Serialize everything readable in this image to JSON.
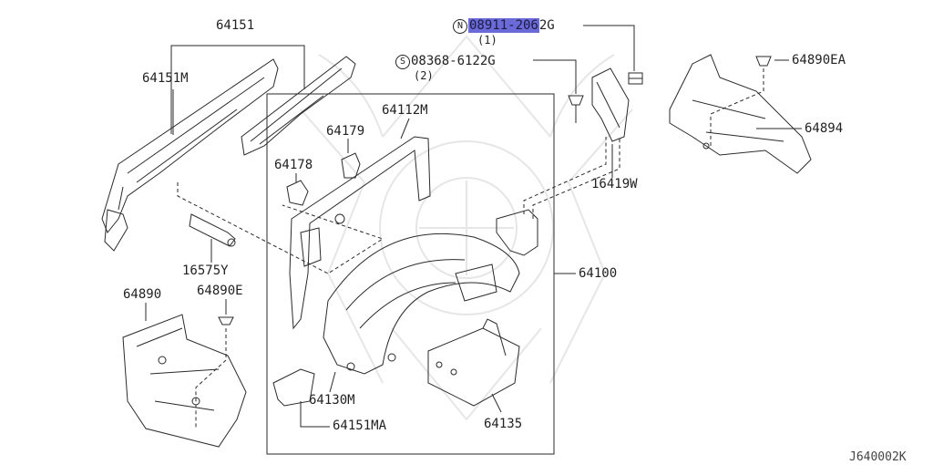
{
  "drawing_number": "J640002K",
  "parts": {
    "p64151": "64151",
    "p64151M": "64151M",
    "p64112M": "64112M",
    "p64179": "64179",
    "p64178": "64178",
    "p16575Y": "16575Y",
    "p64890": "64890",
    "p64890E": "64890E",
    "p64130M": "64130M",
    "p64151MA": "64151MA",
    "p64135": "64135",
    "p64100": "64100",
    "p16419W": "16419W",
    "p64890EA": "64890EA",
    "p64894": "64894"
  },
  "fasteners": {
    "nut": {
      "symbol": "N",
      "number_highlighted": "08911-206",
      "number_rest": "2G",
      "qty": "(1)"
    },
    "screw": {
      "symbol": "S",
      "number": "08368-6122G",
      "qty": "(2)"
    }
  },
  "colors": {
    "line": "#2a2a2a",
    "highlight": "#6a6ad8",
    "watermark": "#e6e6e6"
  }
}
